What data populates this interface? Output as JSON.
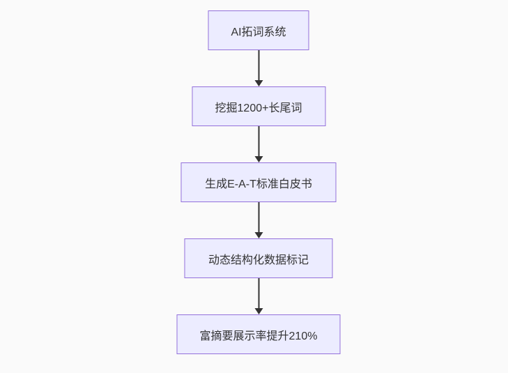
{
  "diagram": {
    "type": "flowchart",
    "direction": "top-down",
    "colors": {
      "node_fill": "#ECECFF",
      "node_border": "#9370DB",
      "node_text": "#333333",
      "arrow": "#333333",
      "background": "#fafafa"
    },
    "nodes": [
      {
        "id": "node-1",
        "label": "AI拓词系统"
      },
      {
        "id": "node-2",
        "label": "挖掘1200+长尾词"
      },
      {
        "id": "node-3",
        "label": "生成E-A-T标准白皮书"
      },
      {
        "id": "node-4",
        "label": "动态结构化数据标记"
      },
      {
        "id": "node-5",
        "label": "富摘要展示率提升210%"
      }
    ],
    "edges": [
      {
        "from": "node-1",
        "to": "node-2"
      },
      {
        "from": "node-2",
        "to": "node-3"
      },
      {
        "from": "node-3",
        "to": "node-4"
      },
      {
        "from": "node-4",
        "to": "node-5"
      }
    ]
  }
}
